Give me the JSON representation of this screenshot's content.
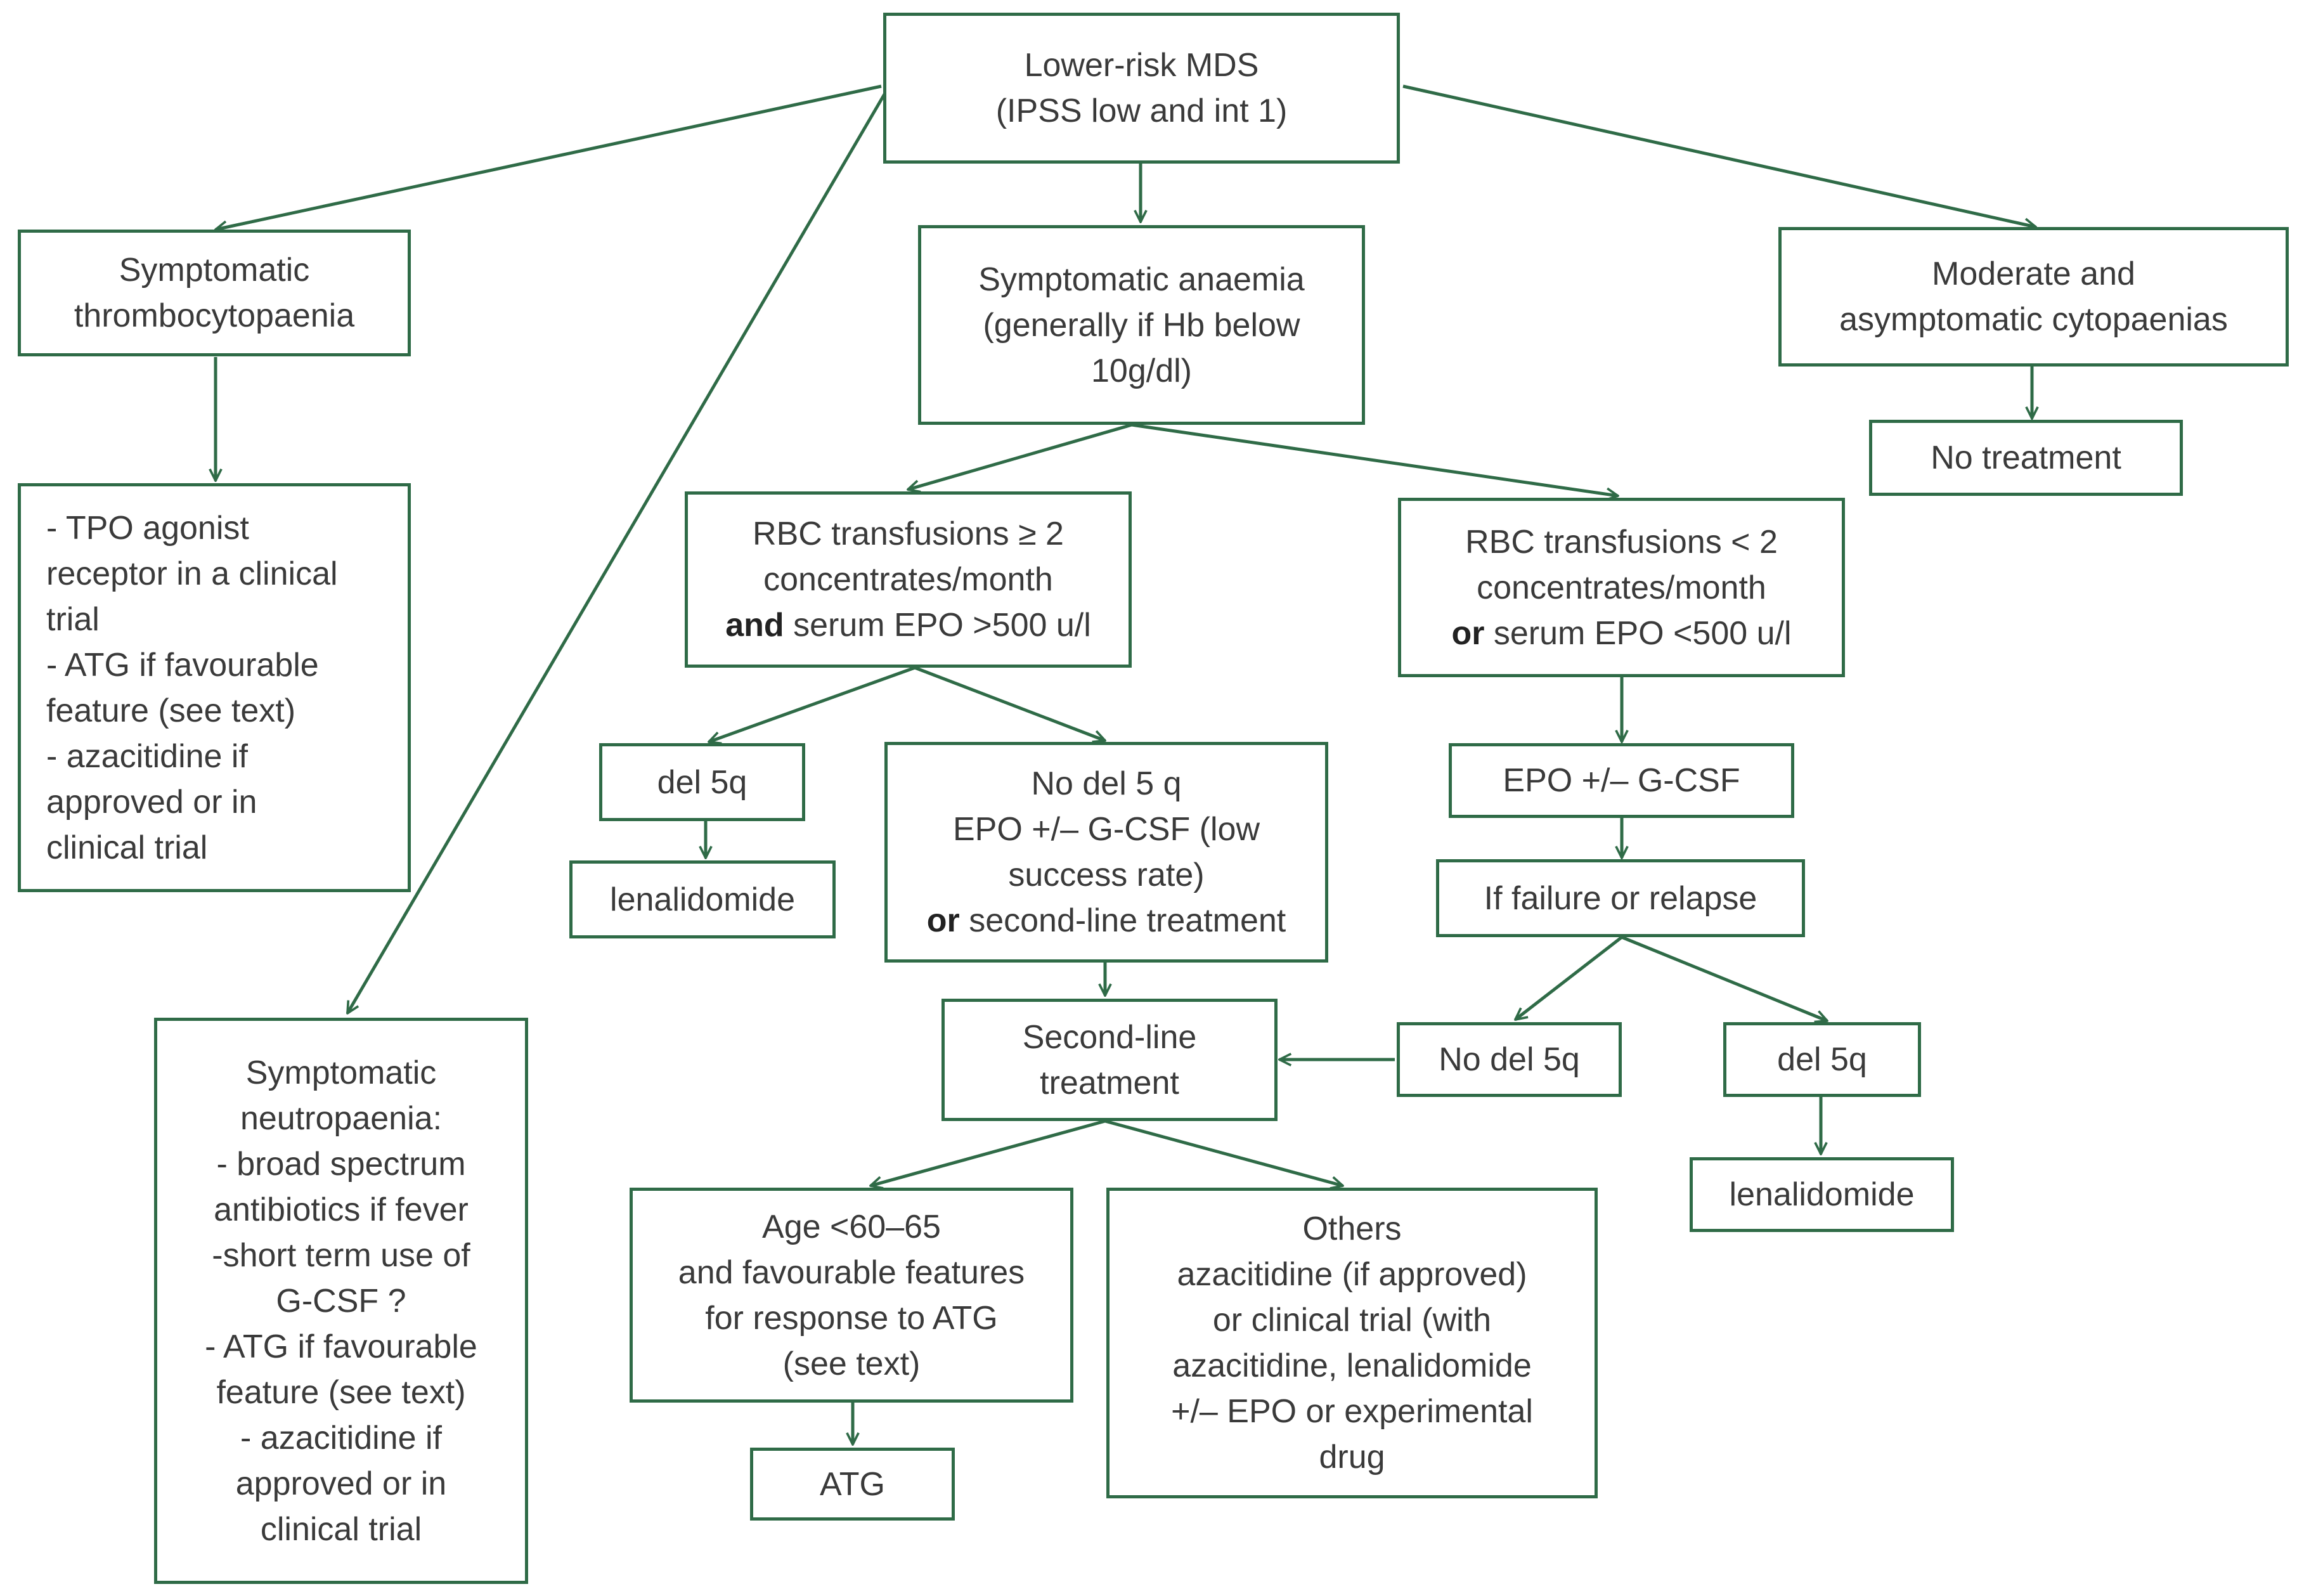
{
  "nodes": {
    "root": {
      "lines": [
        "Lower-risk MDS",
        "(IPSS low and int 1)"
      ]
    },
    "thrombo": {
      "lines": [
        "Symptomatic",
        "thrombocytopaenia"
      ]
    },
    "thrombo_tx": {
      "lines": [
        "- TPO agonist",
        "receptor in a clinical",
        "trial",
        "- ATG if favourable",
        "feature (see text)",
        "- azacitidine if",
        "approved or in",
        "clinical trial"
      ]
    },
    "anaemia": {
      "lines": [
        "Symptomatic anaemia",
        "(generally if Hb below",
        "10g/dl)"
      ]
    },
    "moderate": {
      "lines": [
        "Moderate and",
        "asymptomatic cytopaenias"
      ]
    },
    "no_treatment": {
      "lines": [
        "No treatment"
      ]
    },
    "rbc_high": {
      "line1": "RBC transfusions ≥ 2",
      "line2": "concentrates/month",
      "line3_bold": "and",
      "line3_rest": " serum EPO >500 u/l"
    },
    "rbc_low": {
      "line1": "RBC transfusions < 2",
      "line2": "concentrates/month",
      "line3_bold": "or",
      "line3_rest": " serum EPO <500 u/l"
    },
    "del5q_a": {
      "lines": [
        "del 5q"
      ]
    },
    "lenalidomide_a": {
      "lines": [
        "lenalidomide"
      ]
    },
    "nodel5q_a": {
      "line1": "No del 5 q",
      "line2": "EPO +/– G-CSF (low",
      "line3": "success rate)",
      "line4_bold": "or",
      "line4_rest": " second-line treatment"
    },
    "epo_gcsf": {
      "lines": [
        "EPO +/– G-CSF"
      ]
    },
    "failure": {
      "lines": [
        "If failure or relapse"
      ]
    },
    "nodel5q_b": {
      "lines": [
        "No del 5q"
      ]
    },
    "del5q_b": {
      "lines": [
        "del 5q"
      ]
    },
    "lenalidomide_b": {
      "lines": [
        "lenalidomide"
      ]
    },
    "second_line": {
      "lines": [
        "Second-line",
        "treatment"
      ]
    },
    "age": {
      "lines": [
        "Age <60–65",
        "and favourable features",
        "for response to ATG",
        "(see text)"
      ]
    },
    "atg": {
      "lines": [
        "ATG"
      ]
    },
    "others": {
      "lines": [
        "Others",
        "azacitidine (if approved)",
        "or clinical trial (with",
        "azacitidine, lenalidomide",
        "+/– EPO or experimental",
        "drug"
      ]
    },
    "neutro": {
      "lines": [
        "Symptomatic",
        "neutropaenia:",
        "- broad spectrum",
        "antibiotics if fever",
        "-short term use of",
        "G-CSF ?",
        "- ATG if favourable",
        "feature (see text)",
        "- azacitidine if",
        "approved or in",
        "clinical trial"
      ]
    }
  },
  "colors": {
    "stroke": "#2f6b47",
    "text": "#3a3a3a",
    "background": "#ffffff"
  }
}
